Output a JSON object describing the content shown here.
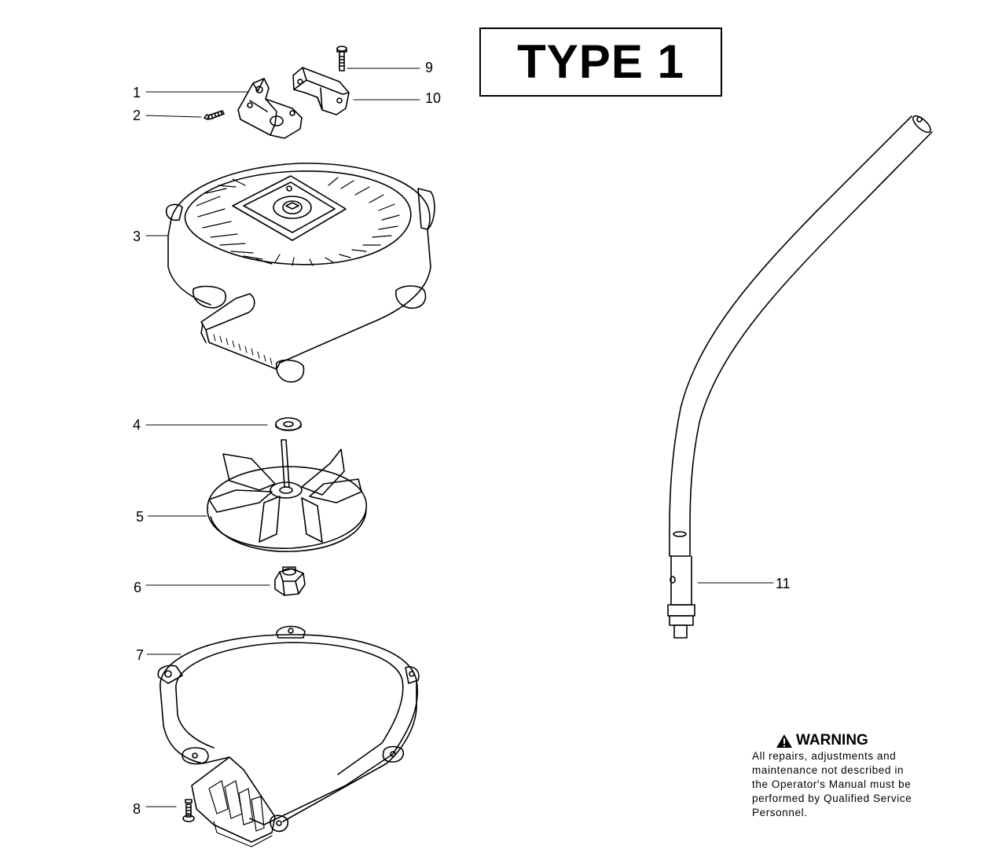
{
  "type_label": "TYPE 1",
  "callouts": [
    {
      "id": "callout-1",
      "label": "1"
    },
    {
      "id": "callout-2",
      "label": "2"
    },
    {
      "id": "callout-3",
      "label": "3"
    },
    {
      "id": "callout-4",
      "label": "4"
    },
    {
      "id": "callout-5",
      "label": "5"
    },
    {
      "id": "callout-6",
      "label": "6"
    },
    {
      "id": "callout-7",
      "label": "7"
    },
    {
      "id": "callout-8",
      "label": "8"
    },
    {
      "id": "callout-9",
      "label": "9"
    },
    {
      "id": "callout-10",
      "label": "10"
    },
    {
      "id": "callout-11",
      "label": "11"
    }
  ],
  "warning": {
    "title": "WARNING",
    "icon": "warning-triangle-icon",
    "lines": [
      "All repairs, adjustments and",
      "maintenance not described in",
      "the Operator's Manual must be",
      "performed by Qualified Service",
      "Personnel."
    ]
  }
}
